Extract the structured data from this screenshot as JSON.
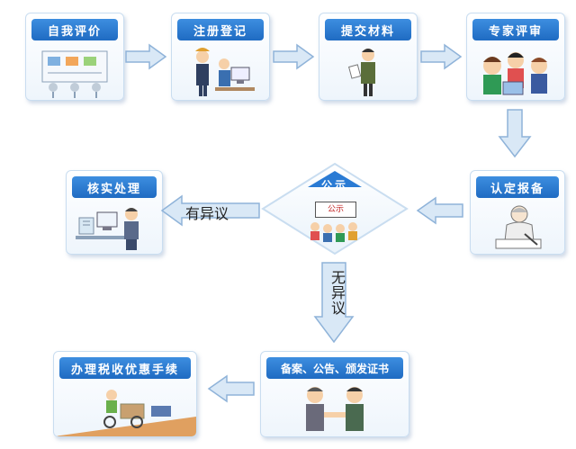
{
  "steps": {
    "self_eval": "自我评价",
    "register": "注册登记",
    "submit": "提交材料",
    "expert_review": "专家评审",
    "report": "认定报备",
    "publicity": "公示",
    "publicity_sign": "公示",
    "verify": "核实处理",
    "record": "备案、公告、颁发证书",
    "tax": "办理税收优惠手续"
  },
  "labels": {
    "has_objection": "有异议",
    "no_objection": "无异议"
  },
  "colors": {
    "title_blue": "#2a7bd4",
    "arrow_fill": "#d9e8f6",
    "arrow_stroke": "#8fb3d9"
  }
}
